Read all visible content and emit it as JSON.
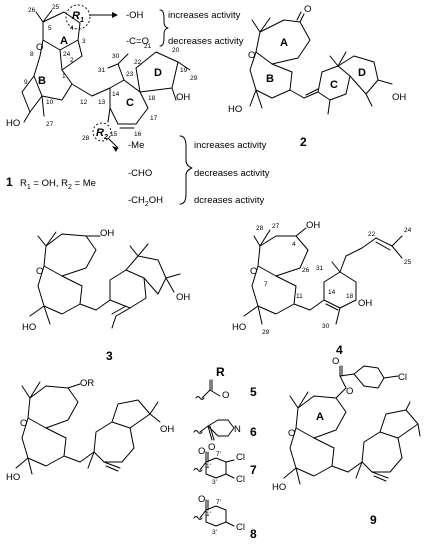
{
  "compound1": {
    "number": "1",
    "caption_r1": "R",
    "caption_r1_sub": "1",
    "caption_r1_val": " = OH, ",
    "caption_r2": "R",
    "caption_r2_sub": "2",
    "caption_r2_val": " = Me",
    "ring_a": "A",
    "ring_b": "B",
    "ring_c": "C",
    "ring_d": "D",
    "r1_label": "R",
    "r1_sub": "1",
    "r2_label": "R",
    "r2_sub": "2",
    "oxygen": "O",
    "ho": "HO",
    "oh": "OH",
    "numbering": [
      "26",
      "25",
      "5",
      "4",
      "24",
      "3",
      "8",
      "2",
      "1",
      "9",
      "B",
      "10",
      "27",
      "12",
      "13",
      "14",
      "31",
      "30",
      "23",
      "22",
      "21",
      "20",
      "19",
      "18",
      "29",
      "28",
      "15",
      "16",
      "17"
    ]
  },
  "sar_r1": {
    "group1": "-OH",
    "group2": "-C=O",
    "effect1": "increases activity",
    "effect2": "decreases activity"
  },
  "sar_r2": {
    "group1": "-Me",
    "group2": "-CHO",
    "group3": "-CH2OH",
    "effect1": "increases activity",
    "effect2": "decreases activity",
    "effect3": "dcreases activity"
  },
  "compound2": {
    "number": "2",
    "ring_a": "A",
    "ring_b": "B",
    "ring_c": "C",
    "ring_d": "D",
    "oxygen": "O",
    "ho": "HO",
    "oh": "OH"
  },
  "compound3": {
    "number": "3",
    "oxygen": "O",
    "ho": "HO",
    "oh_top": "OH",
    "oh_right": "OH"
  },
  "compound4": {
    "number": "4",
    "oxygen": "O",
    "ho": "HO",
    "oh_top": "OH",
    "oh_right": "OH",
    "numbering": [
      "28",
      "27",
      "4",
      "26",
      "7",
      "31",
      "22",
      "24",
      "25",
      "14",
      "18",
      "11",
      "30",
      "29"
    ]
  },
  "r_header": "R",
  "compound5": {
    "number": "5",
    "oxygen": "O"
  },
  "compound6": {
    "number": "6",
    "oxygen": "O",
    "nitrogen": "N"
  },
  "compound7": {
    "number": "7",
    "oxygen": "O",
    "c1": "1'",
    "c3": "3'",
    "c7": "7'",
    "cl_a": "Cl",
    "cl_b": "Cl"
  },
  "compound8": {
    "number": "8",
    "oxygen": "O",
    "c1": "1'",
    "c3": "3'",
    "c7": "7'",
    "cl": "Cl"
  },
  "compound9": {
    "number": "9",
    "oxygen": "O",
    "ring_a": "A",
    "ho": "HO",
    "cl": "Cl"
  },
  "left_bottom": {
    "or": "OR",
    "oxygen": "O",
    "ho": "HO",
    "oh": "OH"
  }
}
